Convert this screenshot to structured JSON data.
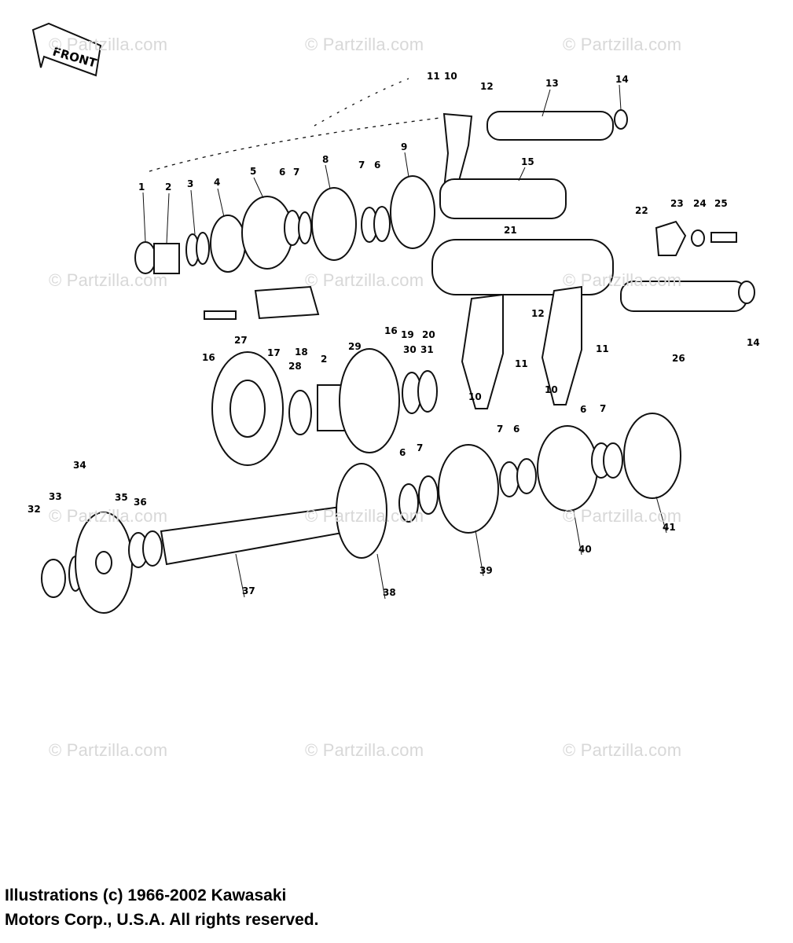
{
  "banner": {
    "front_label": "FRONT"
  },
  "watermark": "© Partzilla.com",
  "copyright": {
    "line1": "Illustrations (c) 1966-2002 Kawasaki",
    "line2": "Motors Corp., U.S.A.  All rights reserved."
  },
  "callouts": [
    "1",
    "2",
    "3",
    "4",
    "5",
    "6",
    "7",
    "8",
    "7",
    "6",
    "9",
    "11",
    "10",
    "12",
    "13",
    "14",
    "15",
    "21",
    "22",
    "23",
    "24",
    "25",
    "16",
    "19",
    "20",
    "12",
    "11",
    "14",
    "16",
    "17",
    "18",
    "27",
    "28",
    "2",
    "29",
    "30",
    "31",
    "10",
    "11",
    "10",
    "26",
    "34",
    "33",
    "32",
    "35",
    "36",
    "37",
    "38",
    "6",
    "7",
    "39",
    "7",
    "6",
    "6",
    "7",
    "40",
    "41"
  ],
  "colors": {
    "ink": "#111111",
    "watermark": "#d8d8d8",
    "background": "#ffffff"
  }
}
